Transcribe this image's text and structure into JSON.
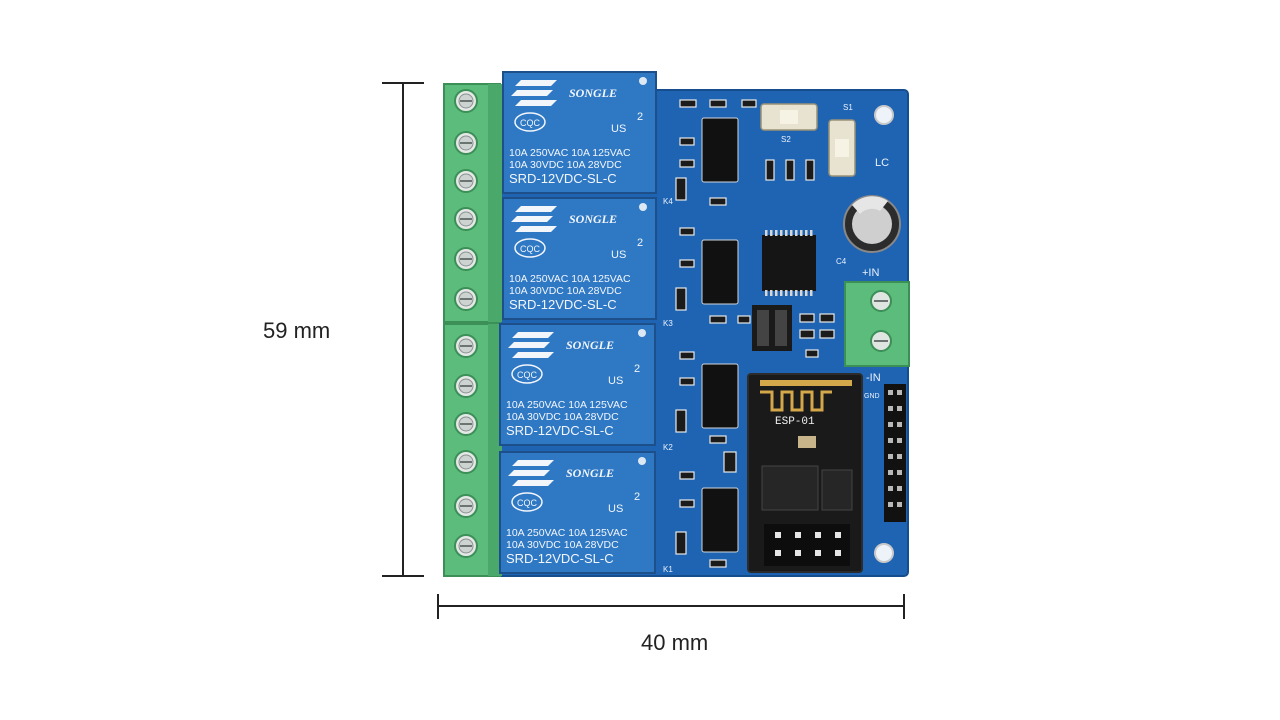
{
  "dimensions": {
    "height_label": "59 mm",
    "width_label": "40 mm"
  },
  "relays": [
    {
      "brand": "SONGLE",
      "cert": "CQC",
      "ul_mark": "US",
      "ul_count": "2",
      "rating_ac": "10A 250VAC  10A 125VAC",
      "rating_dc": "10A  30VDC  10A  28VDC",
      "model": "SRD-12VDC-SL-C"
    },
    {
      "brand": "SONGLE",
      "cert": "CQC",
      "ul_mark": "US",
      "ul_count": "2",
      "rating_ac": "10A 250VAC  10A 125VAC",
      "rating_dc": "10A  30VDC  10A  28VDC",
      "model": "SRD-12VDC-SL-C"
    },
    {
      "brand": "SONGLE",
      "cert": "CQC",
      "ul_mark": "US",
      "ul_count": "2",
      "rating_ac": "10A 250VAC  10A 125VAC",
      "rating_dc": "10A  30VDC  10A  28VDC",
      "model": "SRD-12VDC-SL-C"
    },
    {
      "brand": "SONGLE",
      "cert": "CQC",
      "ul_mark": "US",
      "ul_count": "2",
      "rating_ac": "10A 250VAC  10A 125VAC",
      "rating_dc": "10A  30VDC  10A  28VDC",
      "model": "SRD-12VDC-SL-C"
    }
  ],
  "silkscreen": {
    "power_plus": "+IN",
    "power_minus": "-IN",
    "switch1": "S1",
    "switch2": "S2",
    "marker": "LC",
    "cap": "C4",
    "k_labels": [
      "K4",
      "K3",
      "K2",
      "K1"
    ],
    "header_pin": "GND"
  },
  "esp_module": {
    "label": "ESP-01"
  },
  "colors": {
    "pcb": "#1f64b3",
    "relay": "#2f78c4",
    "terminal": "#5cbc7c"
  }
}
